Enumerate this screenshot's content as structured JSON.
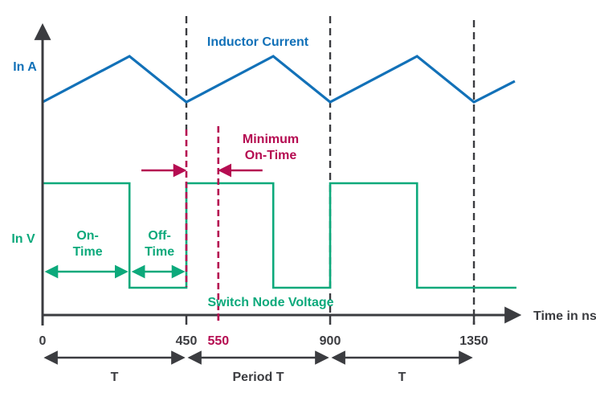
{
  "colors": {
    "axis": "#3B3C40",
    "current": "#1271B8",
    "voltage": "#0CA97B",
    "highlight": "#B50C51"
  },
  "axes": {
    "x_label": "Time in ns",
    "y_label_top": "In A",
    "y_label_bottom": "In V",
    "x_ticks": [
      {
        "value": "0",
        "t": 0,
        "color": "axis"
      },
      {
        "value": "450",
        "t": 450,
        "color": "axis"
      },
      {
        "value": "550",
        "t": 550,
        "color": "highlight"
      },
      {
        "value": "900",
        "t": 900,
        "color": "axis"
      },
      {
        "value": "1350",
        "t": 1350,
        "color": "axis"
      }
    ]
  },
  "waveforms": {
    "inductor_current": {
      "label": "Inductor Current",
      "breakpoints": [
        {
          "t": 0,
          "level": "valley"
        },
        {
          "t": 272,
          "level": "peak"
        },
        {
          "t": 450,
          "level": "valley"
        },
        {
          "t": 722,
          "level": "peak"
        },
        {
          "t": 900,
          "level": "valley"
        },
        {
          "t": 1172,
          "level": "peak"
        },
        {
          "t": 1350,
          "level": "valley"
        },
        {
          "t": 1478,
          "level": "mid"
        }
      ]
    },
    "switch_node_voltage": {
      "label": "Switch Node Voltage",
      "rise_times": [
        0,
        450,
        900
      ],
      "fall_times": [
        272,
        722,
        1172
      ],
      "end_t": 1483
    }
  },
  "gridlines": {
    "dashed_t": [
      450,
      900,
      1350
    ]
  },
  "min_on_time": {
    "label_line1": "Minimum",
    "label_line2": "On-Time",
    "from_t": 450,
    "to_t": 550
  },
  "on_time": {
    "label_line1": "On-",
    "label_line2": "Time",
    "from_t": 0,
    "to_t": 272
  },
  "off_time": {
    "label_line1": "Off-",
    "label_line2": "Time",
    "from_t": 272,
    "to_t": 450
  },
  "period_spans": [
    {
      "from_t": 0,
      "to_t": 450,
      "label": "T"
    },
    {
      "from_t": 450,
      "to_t": 900,
      "label": "Period T"
    },
    {
      "from_t": 900,
      "to_t": 1350,
      "label": "T"
    }
  ]
}
